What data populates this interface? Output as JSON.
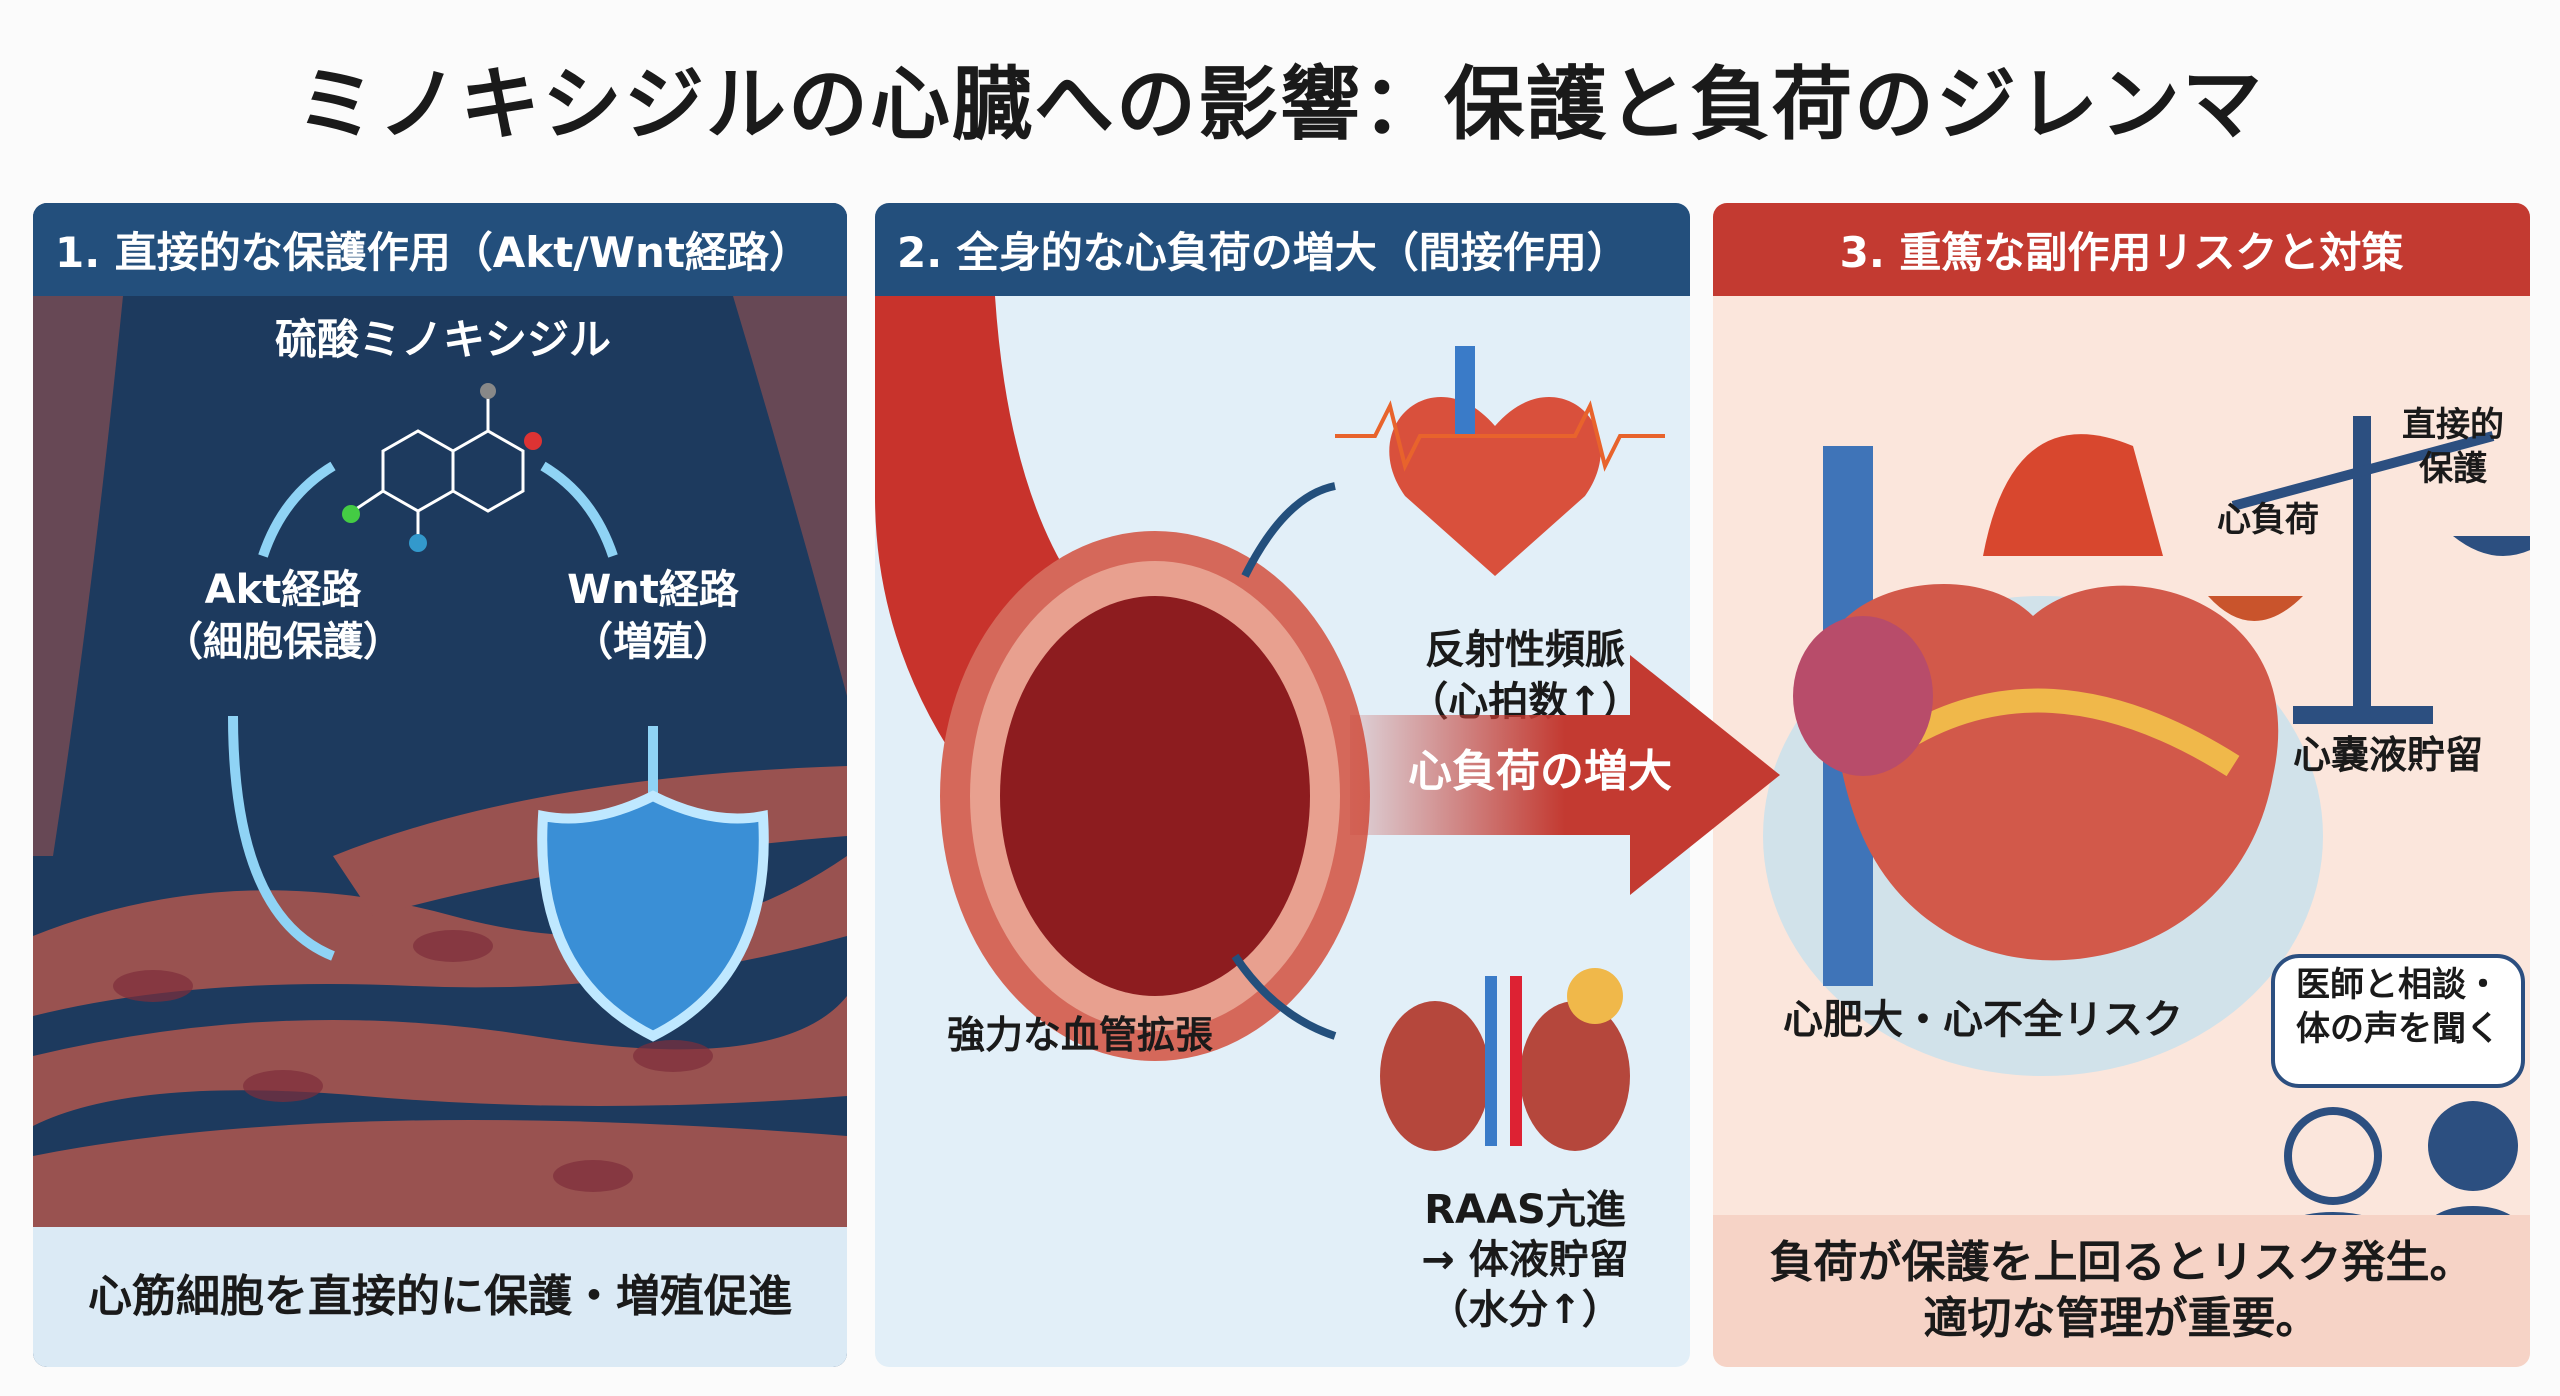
{
  "title": "ミノキシジルの心臓への影響：保護と負荷のジレンマ",
  "panel1": {
    "header": "1. 直接的な保護作用（Akt/Wnt経路）",
    "compound": "硫酸ミノキシジル",
    "akt": "Akt経路",
    "akt_sub": "（細胞保護）",
    "wnt": "Wnt経路",
    "wnt_sub": "（増殖）",
    "caption": "心筋細胞を直接的に保護・増殖促進"
  },
  "panel2": {
    "header": "2. 全身的な心負荷の増大（間接作用）",
    "tachy": "反射性頻脈",
    "tachy_sub": "（心拍数↑）",
    "vaso": "強力な血管拡張",
    "raas": "RAAS亢進",
    "raas2": "→ 体液貯留",
    "raas3": "（水分↑）",
    "arrow": "心負荷の増大"
  },
  "panel3": {
    "header": "3. 重篤な副作用リスクと対策",
    "scale_left": "心負荷",
    "scale_right1": "直接的",
    "scale_right2": "保護",
    "effusion": "心嚢液貯留",
    "hf": "心肥大・心不全リスク",
    "bubble1": "医師と相談・",
    "bubble2": "体の声を聞く",
    "caption1": "負荷が保護を上回るとリスク発生。",
    "caption2": "適切な管理が重要。"
  },
  "colors": {
    "navy": "#234f7c",
    "red": "#c33a31",
    "heart": "#d9503c"
  }
}
